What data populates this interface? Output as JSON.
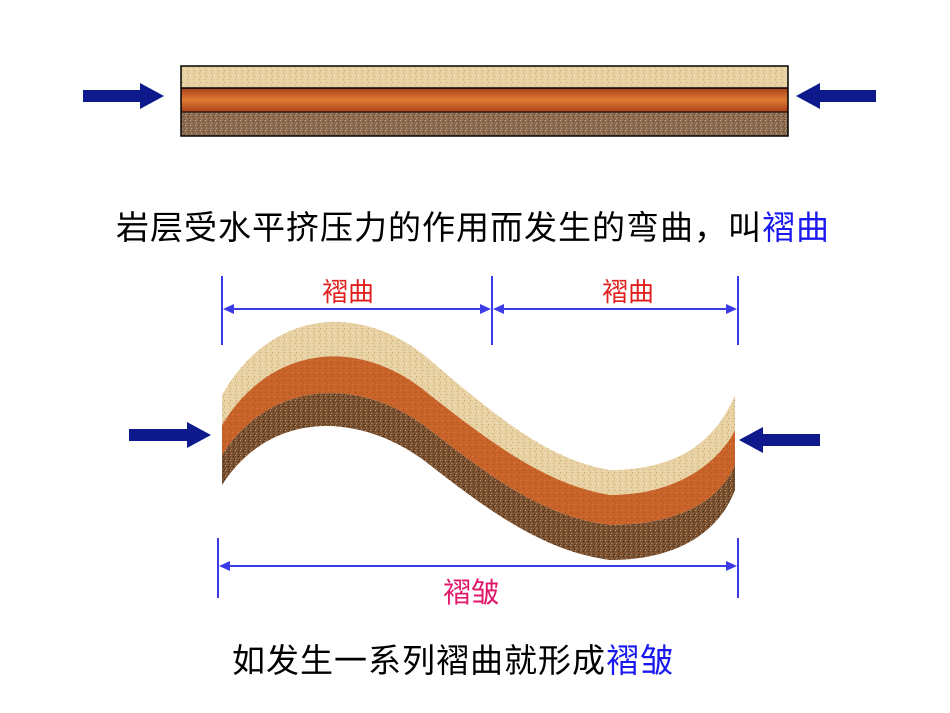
{
  "caption_top": {
    "text": "岩层受水平挤压力的作用而发生的弯曲，叫",
    "term": "褶曲"
  },
  "label_left": "褶曲",
  "label_right": "褶曲",
  "label_bottom": "褶皱",
  "caption_bottom": {
    "text": "如发生一系列褶曲就形成",
    "term": "褶皱"
  },
  "colors": {
    "arrow": "#0e1a8c",
    "dimension": "#3c3ce6",
    "term_blue": "#1a1af0",
    "label_red": "#e0201c",
    "label_pink": "#e0186a"
  }
}
